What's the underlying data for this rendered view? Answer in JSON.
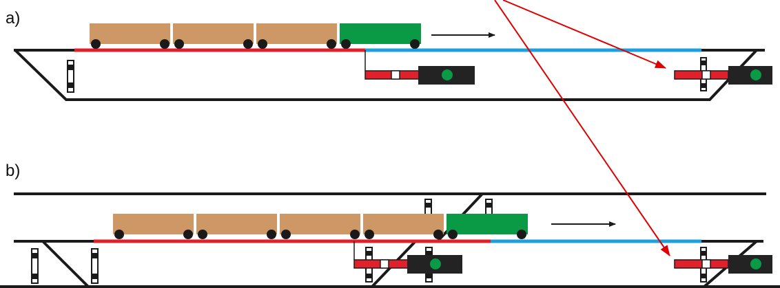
{
  "panels": [
    {
      "id": "a",
      "label": "a)"
    },
    {
      "id": "b",
      "label": "b)"
    }
  ],
  "colors": {
    "track": "#1a1a1a",
    "occupied_section": "#e0202a",
    "free_section": "#1ea0dc",
    "wagon": "#cd9866",
    "locomotive": "#0a9a45",
    "signal_head": "#232323",
    "signal_aspect": "#0a9a45",
    "barrier_red": "#e0202a",
    "annotation_arrow": "#e00000",
    "direction_arrow": "#1a1a1a"
  },
  "icons": {
    "wagon": "freight-wagon-icon",
    "locomotive": "locomotive-icon",
    "signal": "light-signal-icon",
    "barrier": "barrier-arm-icon",
    "insulated_joint": "track-marker-icon",
    "direction": "arrow-right-icon"
  }
}
